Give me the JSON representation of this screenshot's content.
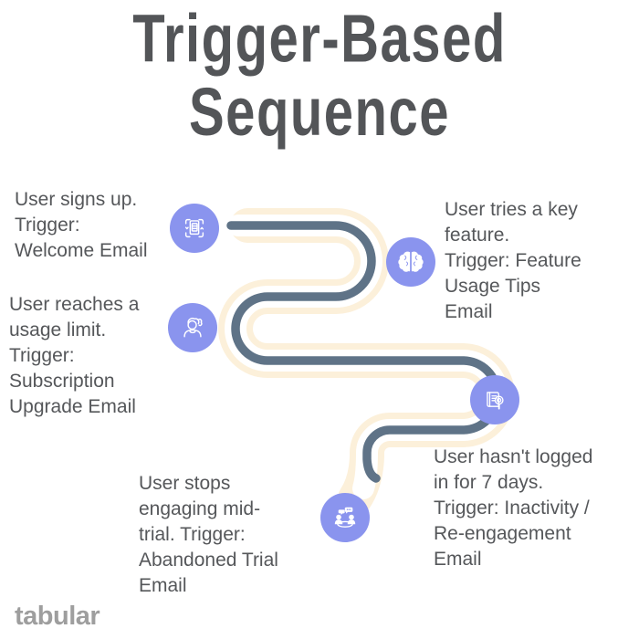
{
  "title": "Trigger-Based\nSequence",
  "brand": {
    "name": "tabular"
  },
  "colors": {
    "accent": "#8A94EE",
    "path_line": "#5F7387",
    "path_glow": "#FCF0DA",
    "title_text": "#535558",
    "body_text": "#55575A",
    "brand_text": "#9E9E9E",
    "background": "#FFFFFF"
  },
  "steps": [
    {
      "name": "signup",
      "icon": "contract-document-icon",
      "label": "User signs up.\nTrigger:\nWelcome Email"
    },
    {
      "name": "key-feature",
      "icon": "brain-icon",
      "label": "User tries a key\nfeature.\nTrigger: Feature\nUsage Tips\nEmail"
    },
    {
      "name": "usage-limit",
      "icon": "woman-avatar-icon",
      "label": "User reaches a\nusage limit.\nTrigger:\nSubscription\nUpgrade Email"
    },
    {
      "name": "inactivity",
      "icon": "book-search-icon",
      "label": "User hasn't logged\nin for 7 days.\nTrigger: Inactivity /\nRe-engagement\nEmail"
    },
    {
      "name": "mid-trial",
      "icon": "team-discussion-icon",
      "label": "User stops\nengaging mid-\ntrial. Trigger:\nAbandoned Trial\nEmail"
    }
  ]
}
